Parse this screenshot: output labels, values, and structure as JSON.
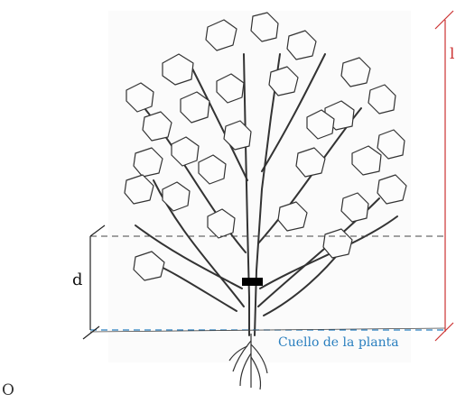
{
  "labels": {
    "height": "l",
    "depth": "d",
    "root_collar": "Cuello de la planta",
    "corner": "O"
  },
  "colors": {
    "height_marker": "#cc3333",
    "collar_line": "#2a7fbf",
    "drawing": "#333333",
    "marker": "#000000"
  }
}
